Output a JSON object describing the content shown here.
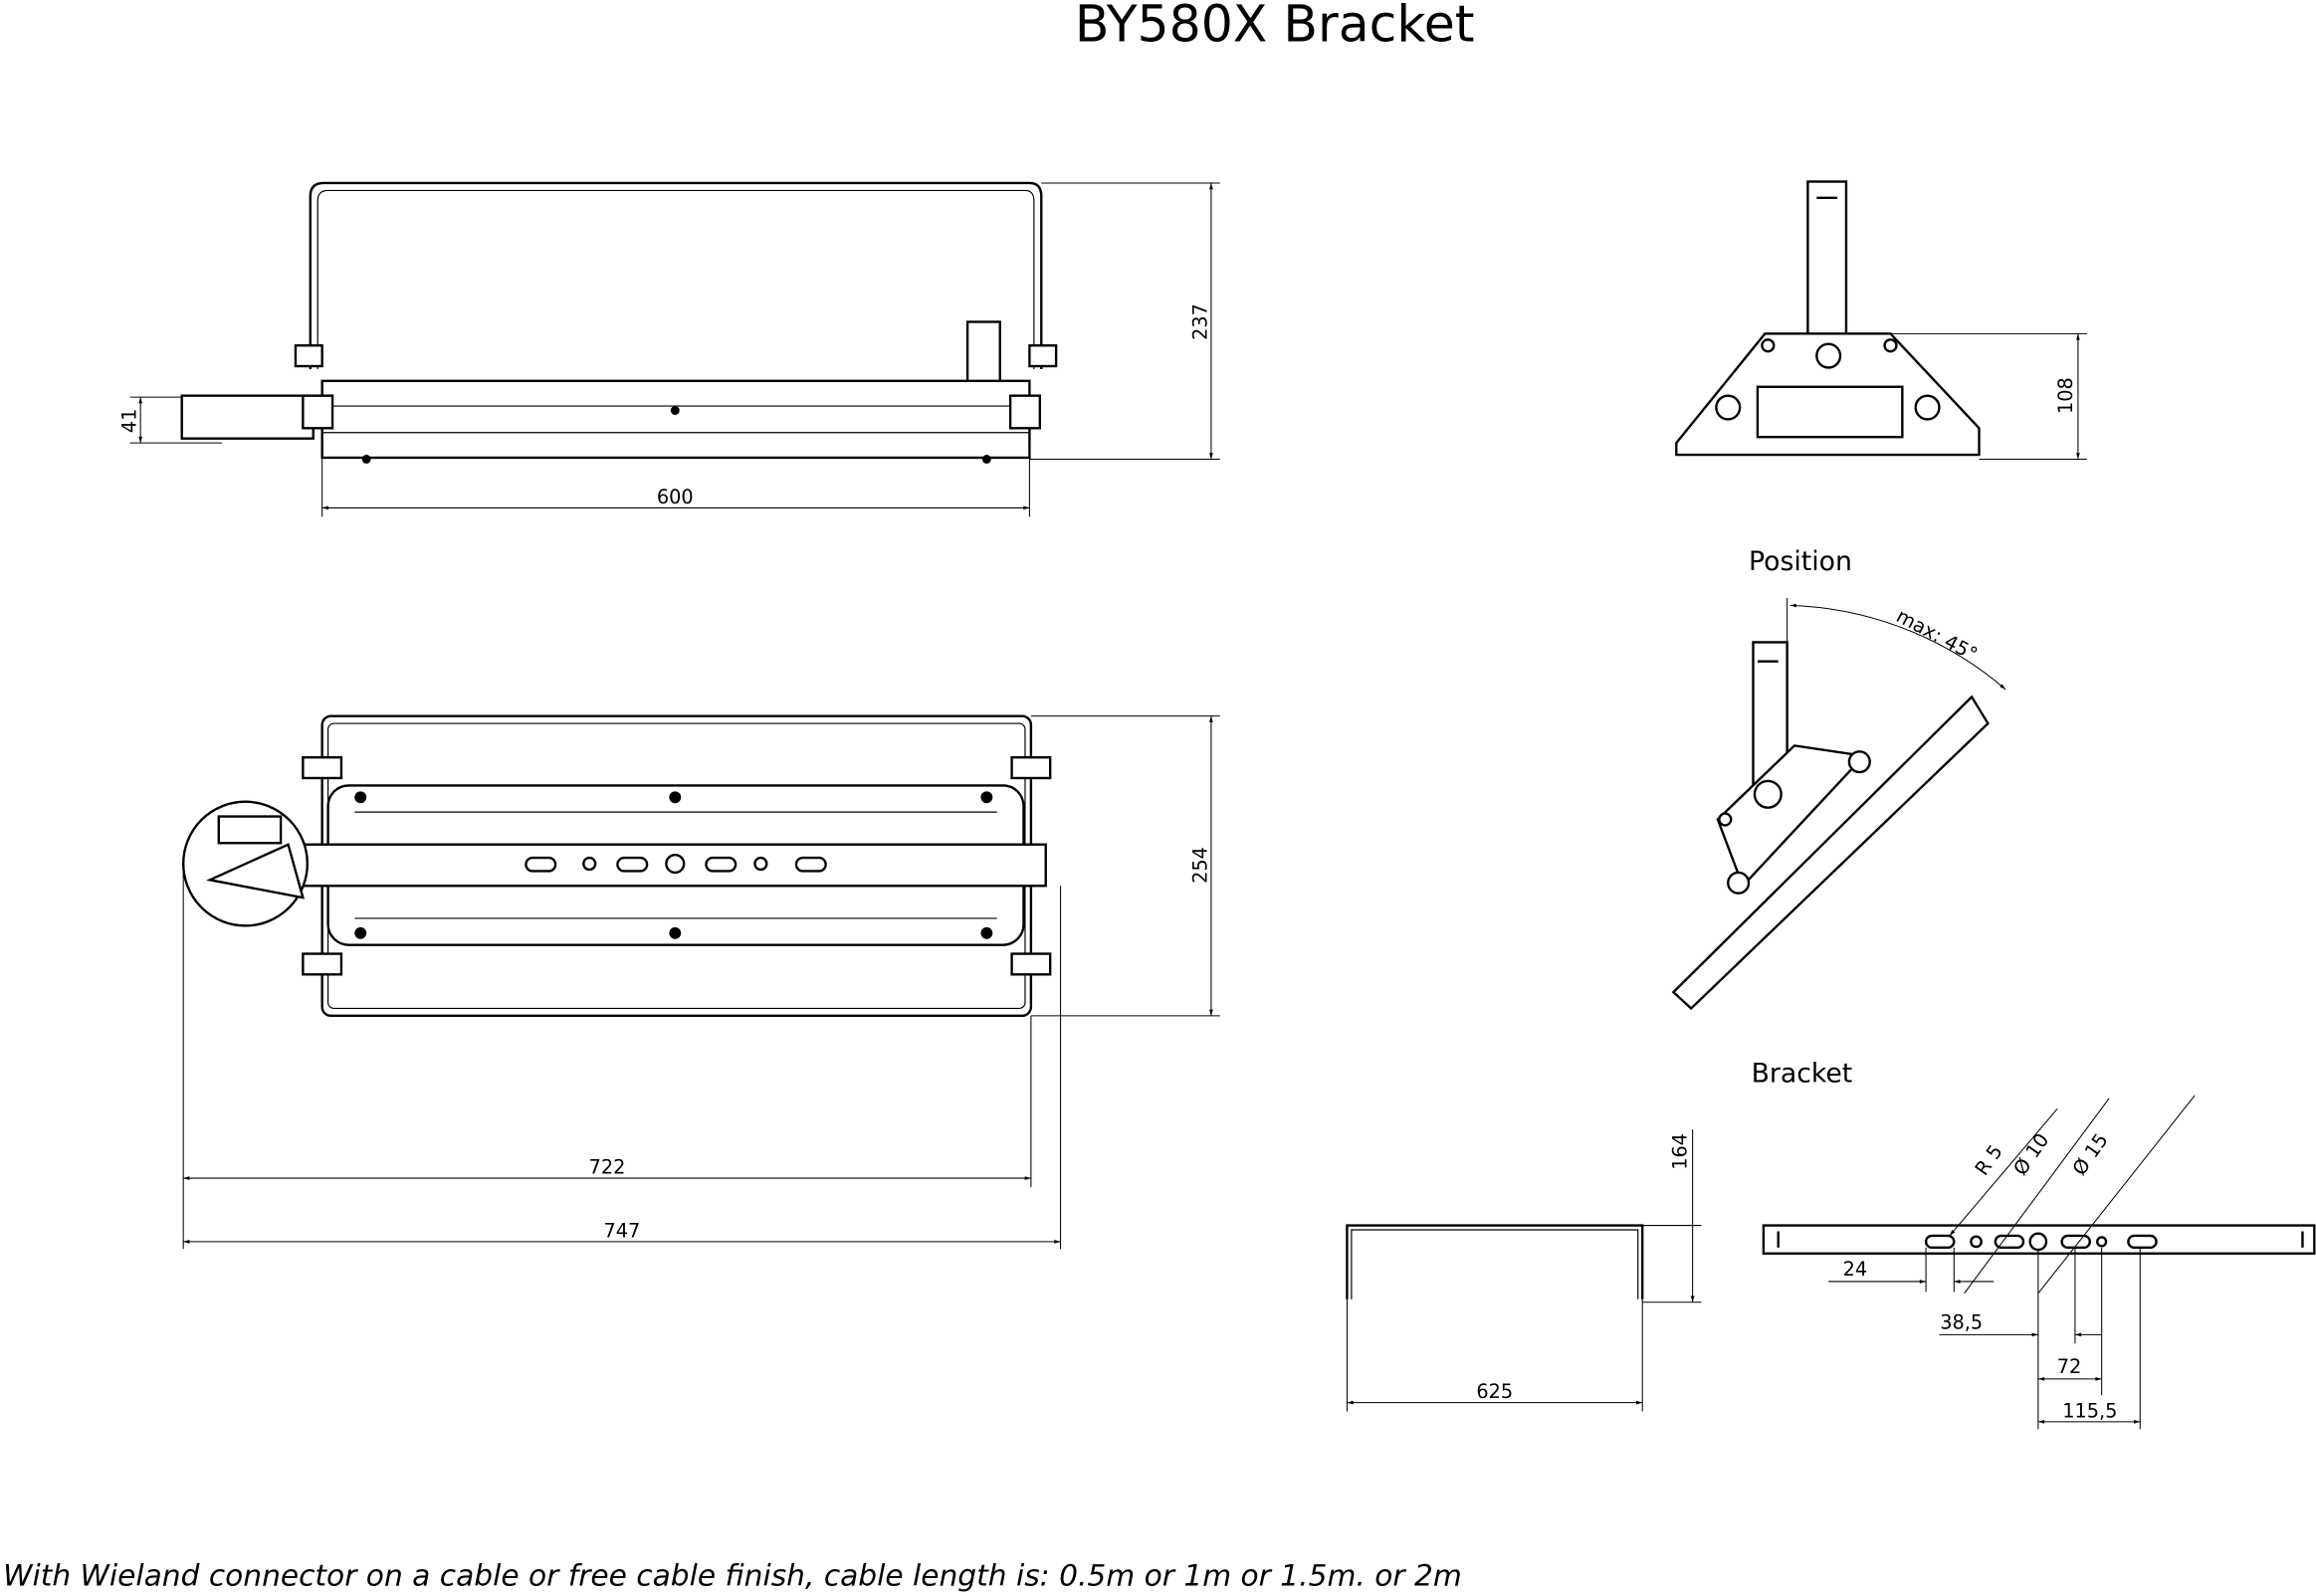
{
  "title": "BY580X Bracket",
  "views": {
    "position_label": "Position",
    "position_angle": "max:  45°",
    "bracket_label": "Bracket"
  },
  "dimensions": {
    "top_height": "237",
    "top_box_height": "41",
    "top_width": "600",
    "side_height": "108",
    "plan_height": "254",
    "plan_width_722": "722",
    "plan_width_747": "747",
    "bracket_height": "164",
    "bracket_width": "625",
    "slot_radius": "R 5",
    "hole_10": "Ø 10",
    "hole_15": "Ø 15",
    "d24": "24",
    "d38": "38,5",
    "d72": "72",
    "d115": "115,5"
  },
  "footer": "With Wieland connector on a cable or free cable finish, cable length is: 0.5m or 1m or 1.5m. or 2m"
}
